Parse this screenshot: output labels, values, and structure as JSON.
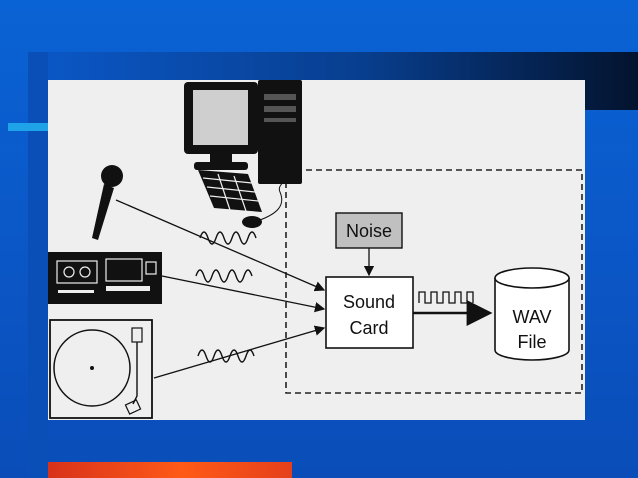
{
  "diagram": {
    "noise_label": "Noise",
    "sound_card_line1": "Sound",
    "sound_card_line2": "Card",
    "wav_file_line1": "WAV",
    "wav_file_line2": "File"
  },
  "icons": {
    "microphone": "microphone-icon",
    "computer": "desktop-computer-icon",
    "tape_deck": "cassette-deck-icon",
    "turntable": "turntable-icon"
  },
  "colors": {
    "background": "#0b5fcf",
    "panel": "#efefef",
    "accent_red": "#ff5a17",
    "accent_cyan": "#1ea2e8"
  }
}
